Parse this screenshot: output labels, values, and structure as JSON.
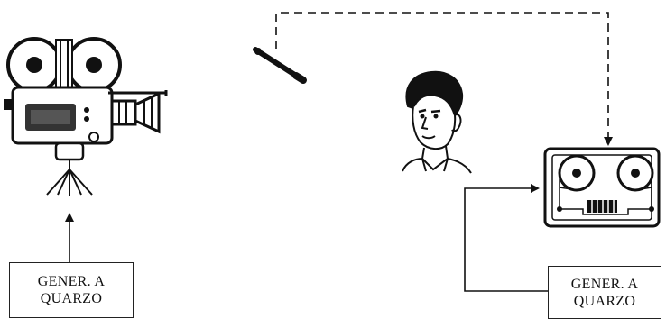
{
  "diagram": {
    "nodes": [
      {
        "id": "film-camera",
        "type": "icon",
        "icon": "film-camera-icon"
      },
      {
        "id": "microphone",
        "type": "icon",
        "icon": "microphone-icon"
      },
      {
        "id": "speaker",
        "type": "icon",
        "icon": "person-portrait-icon"
      },
      {
        "id": "tape-recorder",
        "type": "icon",
        "icon": "reel-to-reel-recorder-icon"
      },
      {
        "id": "gen-left",
        "type": "box",
        "lines": [
          "GENER. A",
          "QUARZO"
        ]
      },
      {
        "id": "gen-right",
        "type": "box",
        "lines": [
          "GENER. A",
          "QUARZO"
        ]
      }
    ],
    "edges": [
      {
        "from": "gen-left",
        "to": "film-camera",
        "style": "solid"
      },
      {
        "from": "microphone",
        "to": "tape-recorder",
        "style": "dashed"
      },
      {
        "from": "gen-right",
        "to": "tape-recorder",
        "style": "solid"
      }
    ]
  },
  "left_box": {
    "line1": "GENER. A",
    "line2": "QUARZO"
  },
  "right_box": {
    "line1": "GENER. A",
    "line2": "QUARZO"
  },
  "colors": {
    "stroke": "#111111",
    "background": "#ffffff"
  }
}
